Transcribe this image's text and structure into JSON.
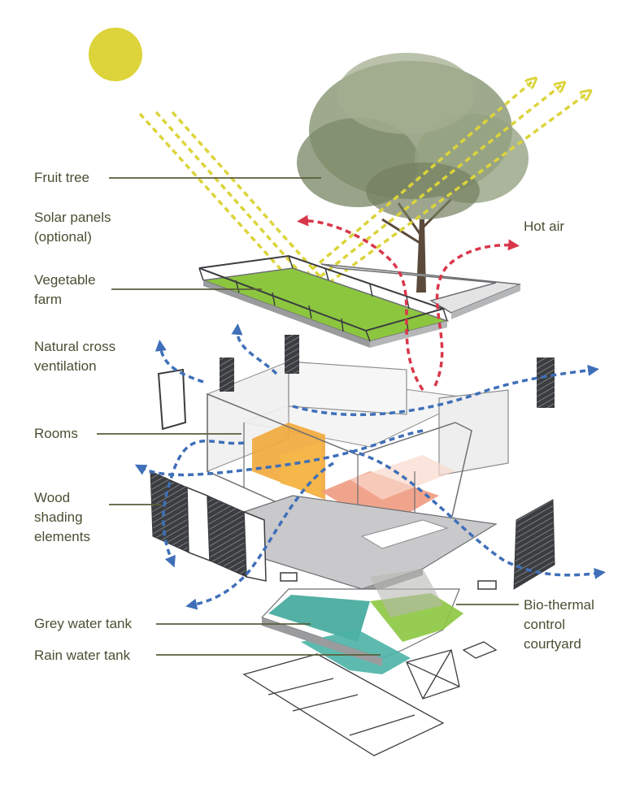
{
  "labels": {
    "fruit_tree": "Fruit tree",
    "solar_panels": [
      "Solar panels",
      "(optional)"
    ],
    "vegetable_farm": [
      "Vegetable",
      "farm"
    ],
    "natural_cross_ventilation": [
      "Natural cross",
      "ventilation"
    ],
    "rooms": "Rooms",
    "wood_shading": [
      "Wood",
      "shading",
      "elements"
    ],
    "grey_water_tank": "Grey water tank",
    "rain_water_tank": "Rain water tank",
    "hot_air": "Hot air",
    "bio_thermal": [
      "Bio-thermal",
      "control",
      "courtyard"
    ]
  },
  "colors": {
    "label_text": "#4a4f33",
    "leader_line": "#5a5e3c",
    "sun": "#dcd43a",
    "sun_rays": "#dcd43a",
    "hot_air": "#d8374a",
    "ventilation": "#3f6fb8",
    "vegetable_farm": "#8cc63f",
    "room_orange": "#f2a93b",
    "room_salmon": "#f09a80",
    "courtyard_green": "#8cc63f",
    "water_tank": "#3fa79a",
    "shading": "#3b3d40",
    "outline": "#6d6f72"
  }
}
